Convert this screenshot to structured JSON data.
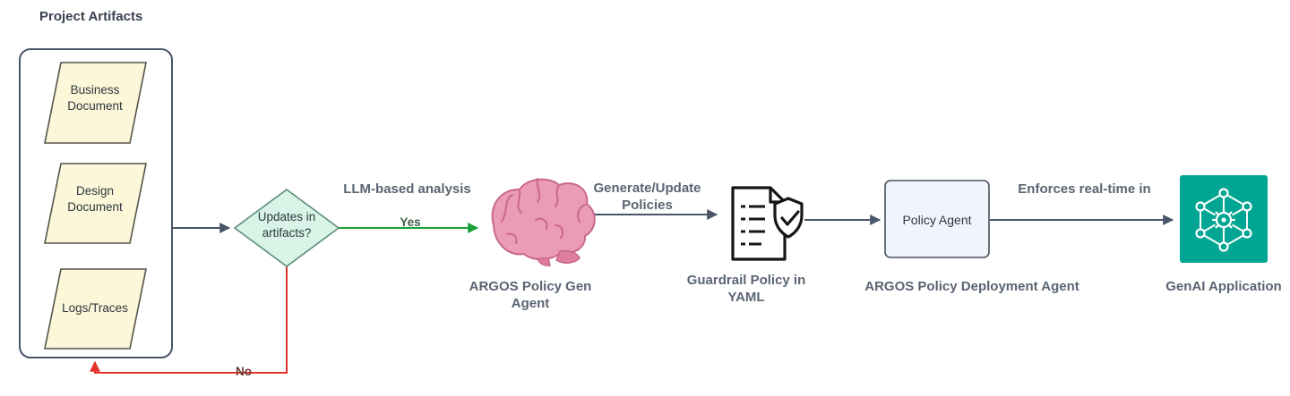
{
  "header": {
    "title": "Project Artifacts"
  },
  "artifacts": {
    "items": [
      {
        "label": "Business Document"
      },
      {
        "label": "Design Document"
      },
      {
        "label": "Logs/Traces"
      }
    ]
  },
  "decision": {
    "label": "Updates in artifacts?",
    "yes": "Yes",
    "no": "No"
  },
  "edges": {
    "llm_analysis": "LLM-based analysis",
    "generate_update": "Generate/Update Policies",
    "enforces_realtime": "Enforces real-time in"
  },
  "nodes": {
    "policy_gen_agent": "ARGOS Policy Gen Agent",
    "guardrail_policy": "Guardrail Policy in YAML",
    "policy_agent": "Policy Agent",
    "policy_deployment_agent": "ARGOS Policy Deployment Agent",
    "genai_application": "GenAI Application"
  },
  "icons": {
    "brain": "brain-icon",
    "guardrail_doc": "policy-document-shield-icon",
    "genai": "genai-network-gear-icon"
  },
  "colors": {
    "arrow": "#4A5568",
    "yes_arrow": "#1CA038",
    "no_arrow": "#E2342B",
    "artifact_fill": "#FCF7D8",
    "decision_fill": "#D8F4E6",
    "policy_box_fill": "#F2F4FC",
    "genai_teal": "#00A693",
    "label_text": "#5A6472"
  }
}
